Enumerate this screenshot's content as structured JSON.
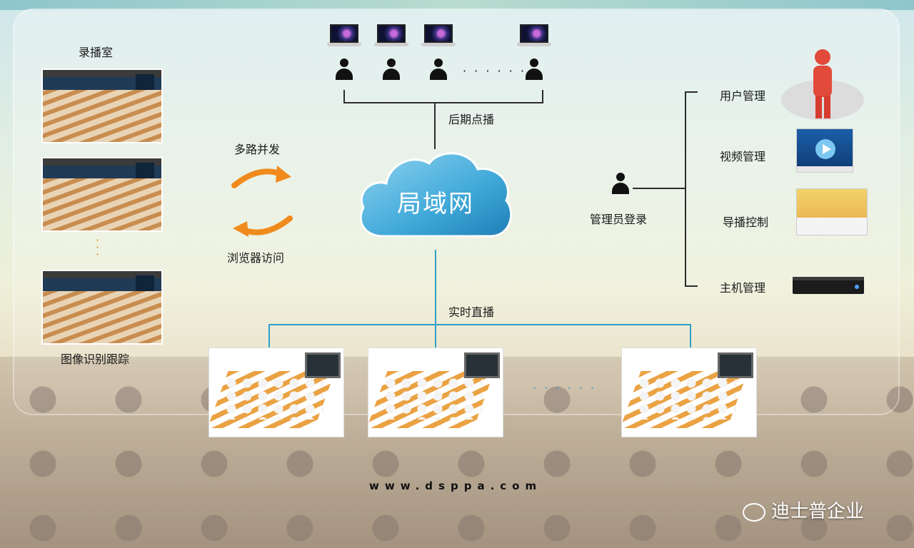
{
  "labels": {
    "recording_room": "录播室",
    "multi_concurrent": "多路并发",
    "browser_access": "浏览器访问",
    "image_tracking": "图像识别跟踪",
    "vod": "后期点播",
    "lan": "局域网",
    "live": "实时直播",
    "admin_login": "管理员登录",
    "user_mgmt": "用户管理",
    "video_mgmt": "视频管理",
    "broadcast_ctrl": "导播控制",
    "host_mgmt": "主机管理"
  },
  "ellipsis": {
    "top": "· · · · · ·",
    "left_vertical": "·\n·\n·",
    "bottom": "· · · · · ·"
  },
  "footer": {
    "url": "www.dsppa.com",
    "watermark": "迪士普企业"
  },
  "colors": {
    "arrow": "#f08a1c",
    "cloud": "#3fa8d8",
    "live_line": "#2ea0c6"
  }
}
